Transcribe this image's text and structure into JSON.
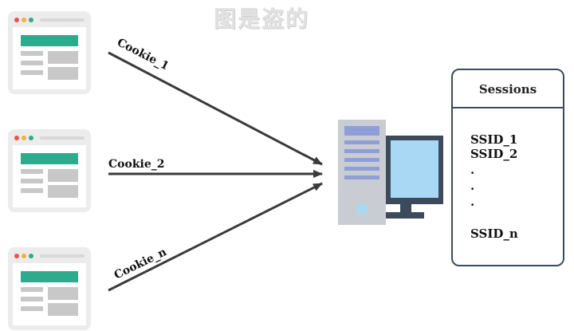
{
  "watermark": "图是盗的",
  "clients": [
    {
      "cookie": "Cookie_1"
    },
    {
      "cookie": "Cookie_2"
    },
    {
      "cookie": "Cookie_n"
    }
  ],
  "sessions": {
    "title": "Sessions",
    "items": [
      "SSID_1",
      "SSID_2",
      ".",
      ".",
      ".",
      "SSID_n"
    ]
  },
  "colors": {
    "accent_teal": "#2eaa8d",
    "arrow": "#3a3a3a",
    "server_body": "#c9cdd3",
    "server_slot": "#8f9fd6",
    "monitor_frame": "#3d4a5c",
    "monitor_screen": "#a9d8f5"
  }
}
